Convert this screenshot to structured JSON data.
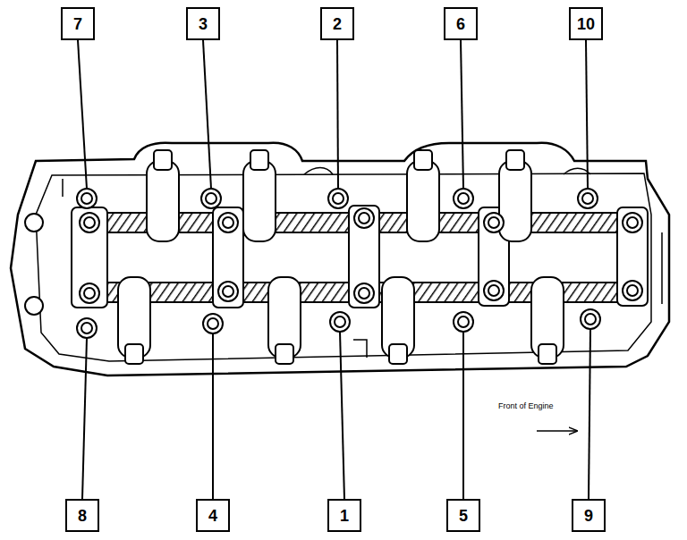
{
  "diagram": {
    "nodes": [
      {
        "text": [
          "7"
        ]
      },
      {
        "text": [
          "3"
        ]
      },
      {
        "text": [
          "2"
        ]
      },
      {
        "text": [
          "6"
        ]
      },
      {
        "text": [
          "10"
        ]
      },
      {
        "text": [
          "8"
        ]
      },
      {
        "text": [
          "4"
        ]
      },
      {
        "text": [
          "1"
        ]
      },
      {
        "text": [
          "5"
        ]
      },
      {
        "text": [
          "9"
        ]
      }
    ],
    "labels": [
      "Front of Engine"
    ]
  }
}
